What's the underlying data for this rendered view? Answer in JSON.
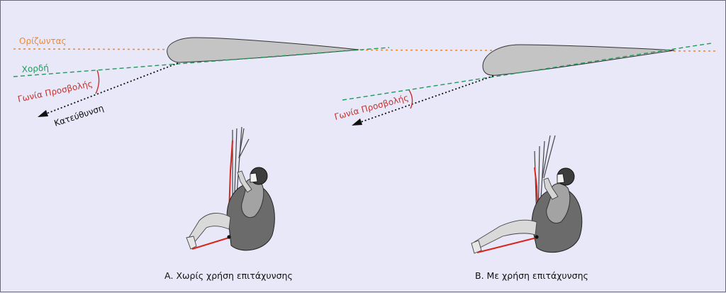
{
  "labels": {
    "horizon": "Ορίζωντας",
    "chord": "Χορδή",
    "angle_a": "Γωνία Προσβολής",
    "direction": "Κατεύθυνση",
    "angle_b": "Γωνία Προσβολής"
  },
  "captions": {
    "a": "Α. Χωρίς χρήση επιτάχυνσης",
    "b": "Β. Με χρήση επιτάχυνσης"
  },
  "colors": {
    "horizon": "#f08a30",
    "chord": "#1f9a5a",
    "angle": "#c8302a",
    "direction": "#111111",
    "wing": "#c4c4c4",
    "speed_bar": "#d8261c"
  }
}
